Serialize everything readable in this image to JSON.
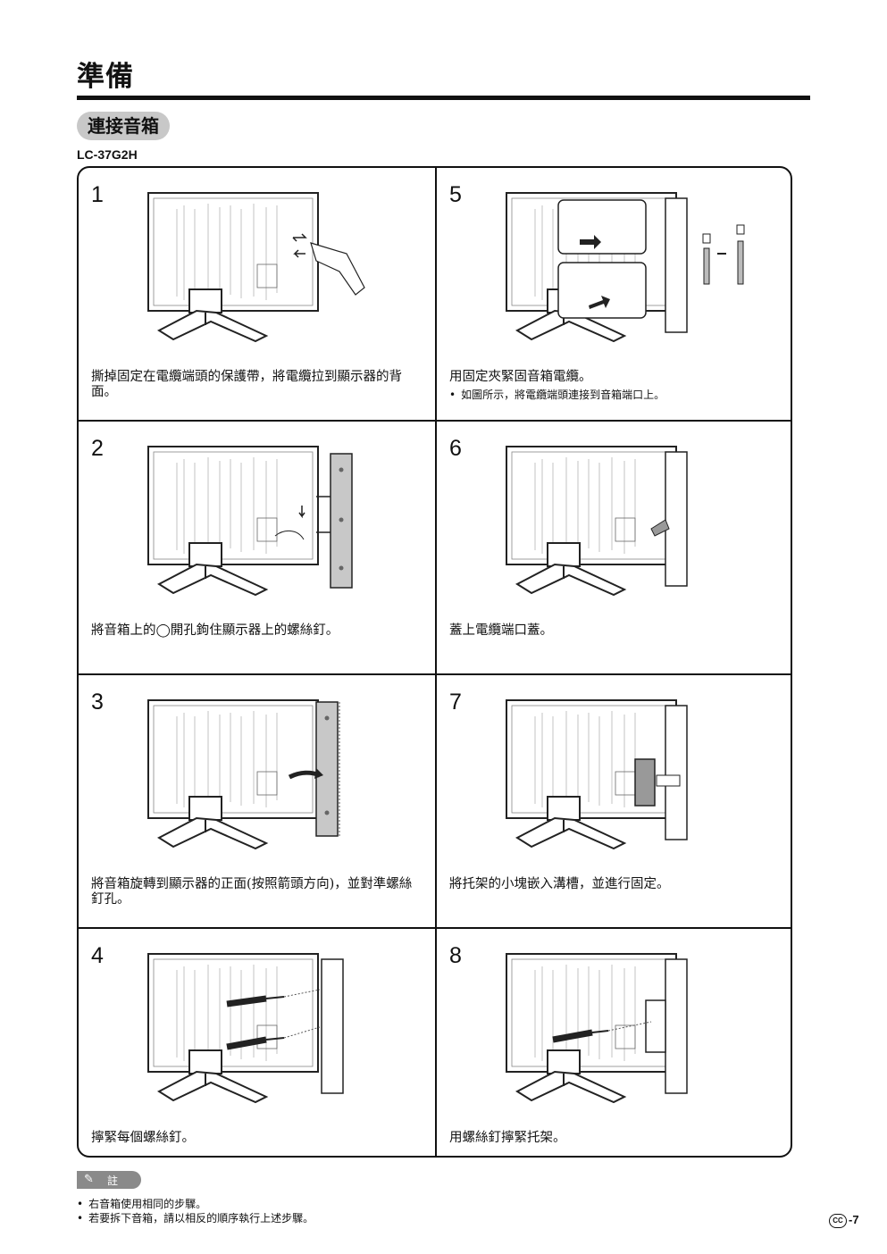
{
  "header": {
    "title": "準備",
    "section": "連接音箱",
    "model": "LC-37G2H"
  },
  "steps": [
    {
      "num": "1",
      "text": "撕掉固定在電纜端頭的保護帶，將電纜拉到顯示器的背面。"
    },
    {
      "num": "2",
      "text": "將音箱上的◯開孔鉤住顯示器上的螺絲釘。"
    },
    {
      "num": "3",
      "text": "將音箱旋轉到顯示器的正面(按照箭頭方向)，並對準螺絲釘孔。"
    },
    {
      "num": "4",
      "text": "擰緊每個螺絲釘。"
    },
    {
      "num": "5",
      "text": "用固定夾緊固音箱電纜。",
      "bullet": "如圖所示，將電纜端頭連接到音箱端口上。"
    },
    {
      "num": "6",
      "text": "蓋上電纜端口蓋。"
    },
    {
      "num": "7",
      "text": "將托架的小塊嵌入溝槽，並進行固定。"
    },
    {
      "num": "8",
      "text": "用螺絲釘擰緊托架。"
    }
  ],
  "note": {
    "label": "註",
    "items": [
      "右音箱使用相同的步驟。",
      "若要拆下音箱，請以相反的順序執行上述步驟。"
    ]
  },
  "footer": {
    "cc": "CC",
    "page": "-7"
  },
  "icons": {
    "note": "pencil-icon"
  }
}
